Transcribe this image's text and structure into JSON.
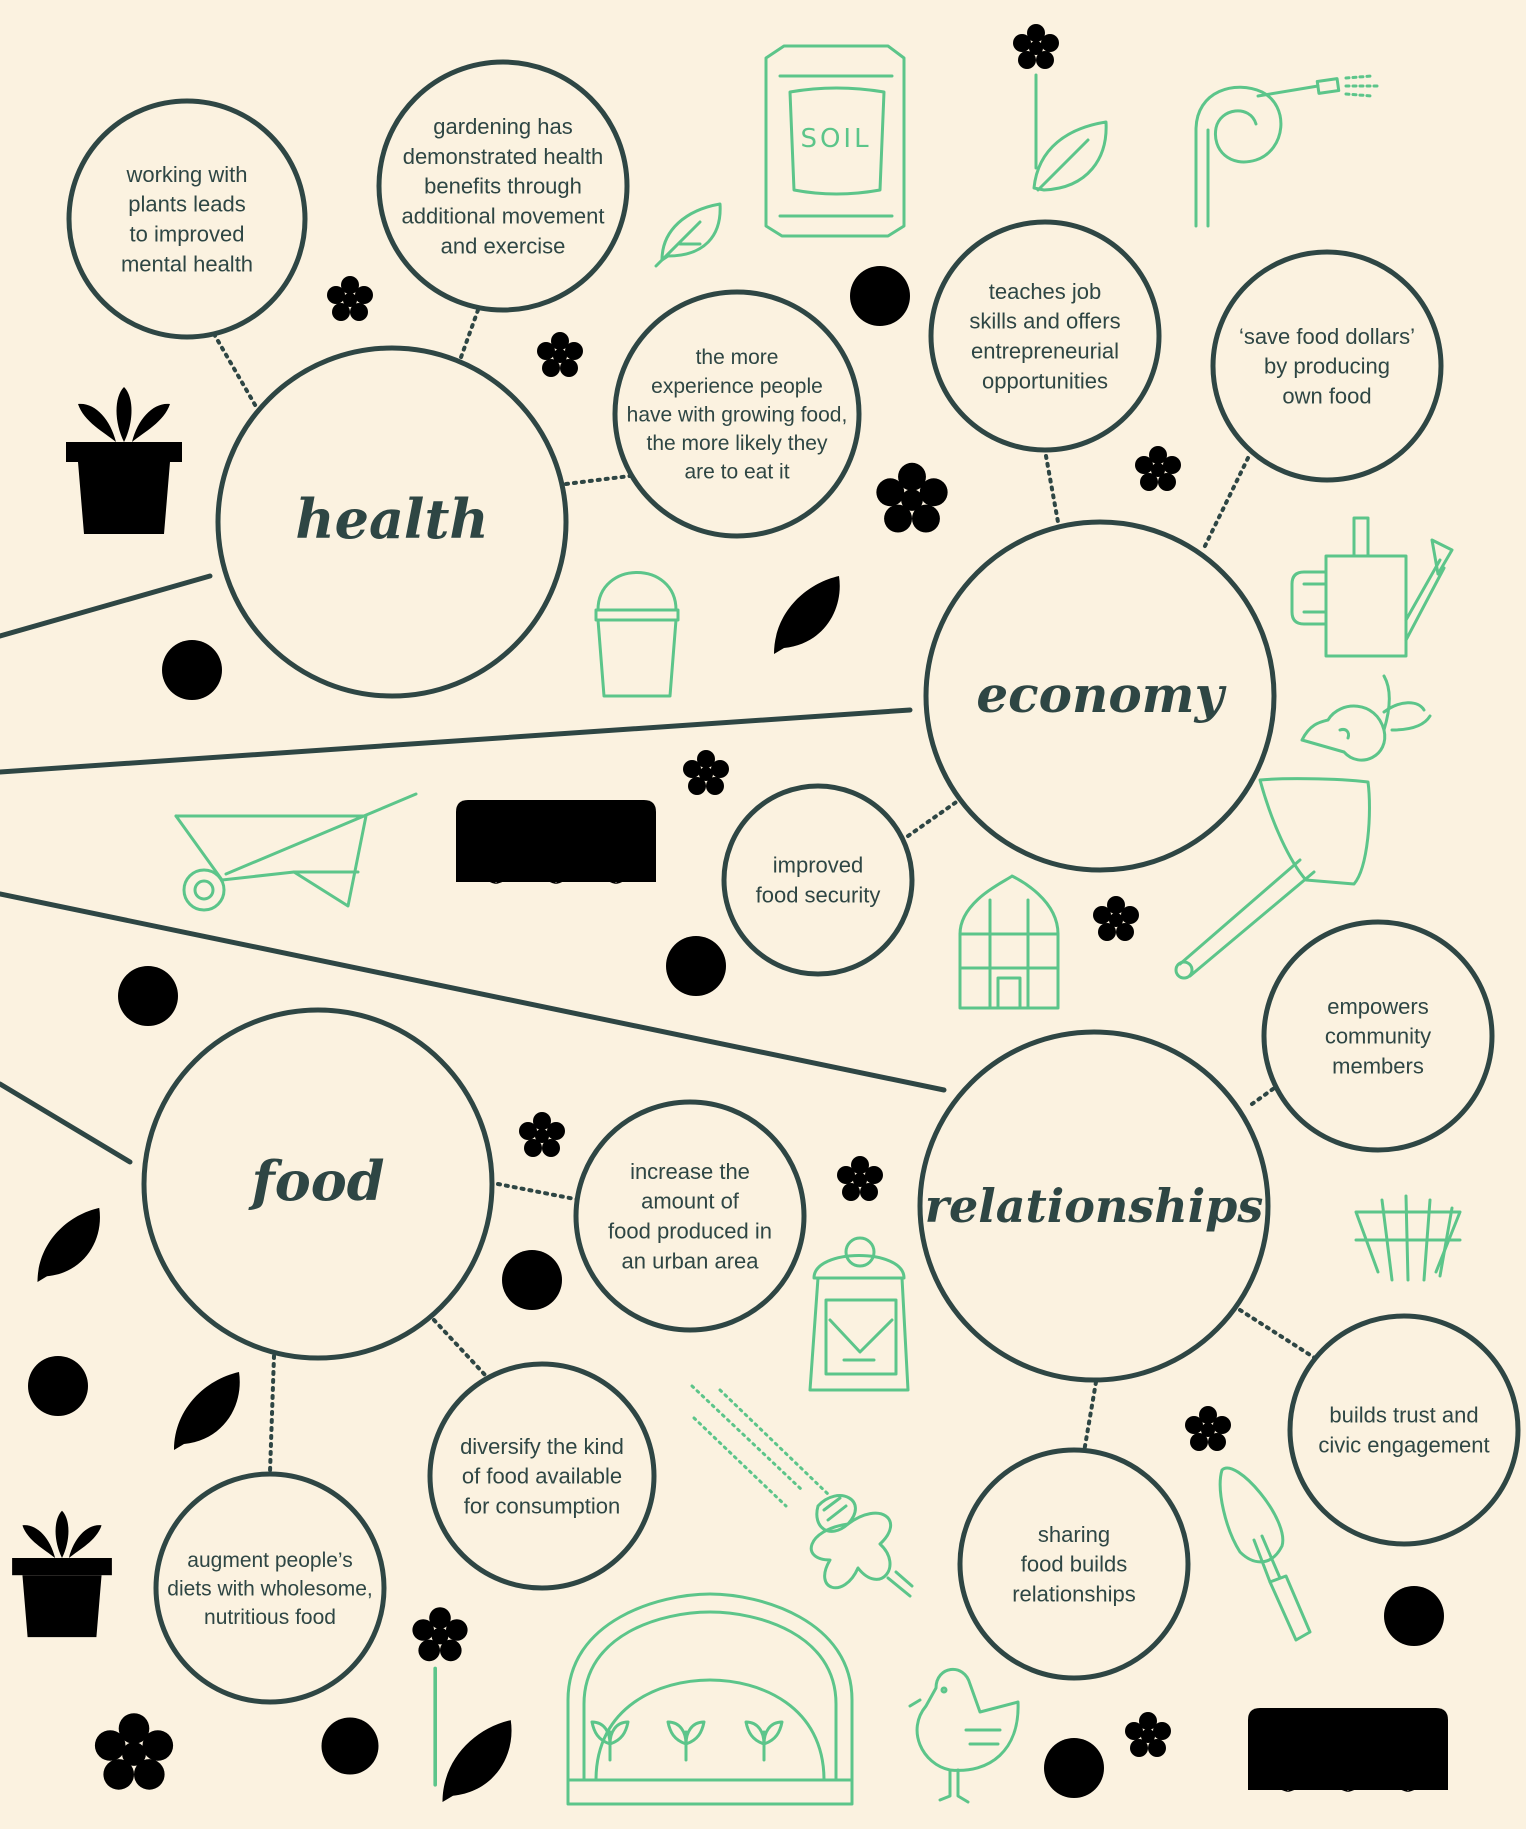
{
  "colors": {
    "background": "#fbf2e0",
    "ink": "#2e4644",
    "icon": "#5cc58a"
  },
  "hubs": {
    "health": "health",
    "economy": "economy",
    "food": "food",
    "relationships": "relationships"
  },
  "notes": {
    "health_mental": [
      "working with",
      "plants leads",
      "to improved",
      "mental health"
    ],
    "health_movement": [
      "gardening has",
      "demonstrated health",
      "benefits through",
      "additional movement",
      "and exercise"
    ],
    "health_eat": [
      "the more",
      "experience people",
      "have with growing food,",
      "the more likely they",
      "are to eat it"
    ],
    "economy_jobs": [
      "teaches job",
      "skills and offers",
      "entrepreneurial",
      "opportunities"
    ],
    "economy_save": [
      "‘save food dollars’",
      "by producing",
      "own food"
    ],
    "economy_security": [
      "improved",
      "food security"
    ],
    "food_increase": [
      "increase the",
      "amount of",
      "food produced in",
      "an urban area"
    ],
    "food_diversify": [
      "diversify the kind",
      "of food available",
      "for consumption"
    ],
    "food_augment": [
      "augment people’s",
      "diets with wholesome,",
      "nutritious food"
    ],
    "rel_empowers": [
      "empowers",
      "community",
      "members"
    ],
    "rel_trust": [
      "builds trust and",
      "civic engagement"
    ],
    "rel_sharing": [
      "sharing",
      "food builds",
      "relationships"
    ]
  },
  "icons": {
    "soil_label": "SOIL",
    "names": [
      "soil-bag-icon",
      "flower-icon",
      "leaf-icon",
      "hose-icon",
      "tree-icon",
      "potted-plant-icon",
      "bucket-icon",
      "watering-can-icon",
      "radish-icon",
      "trowel-icon",
      "wheelbarrow-icon",
      "grow-light-icon",
      "greenhouse-icon",
      "trellis-icon",
      "lantern-icon",
      "bee-icon",
      "bird-icon",
      "cold-frame-icon"
    ]
  }
}
